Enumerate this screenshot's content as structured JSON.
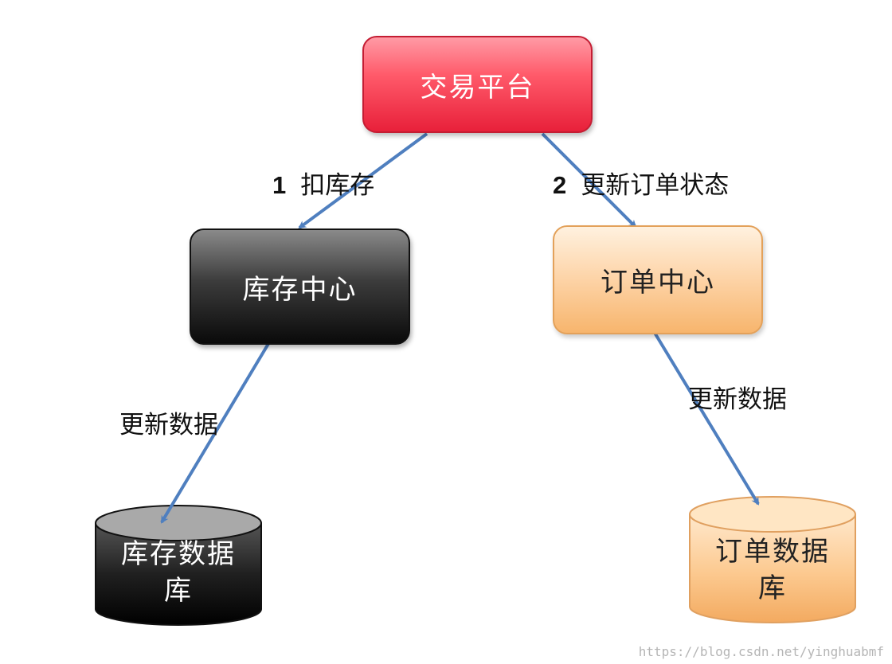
{
  "nodes": {
    "trade_platform": "交易平台",
    "inventory_center": "库存中心",
    "order_center": "订单中心",
    "inventory_db": [
      "库存数据",
      "库"
    ],
    "order_db": [
      "订单数据",
      "库"
    ]
  },
  "edges": {
    "deduct_stock": {
      "number": "1",
      "label": "扣库存"
    },
    "update_order_status": {
      "number": "2",
      "label": "更新订单状态"
    },
    "inventory_update_data": {
      "label": "更新数据"
    },
    "order_update_data": {
      "label": "更新数据"
    }
  },
  "watermark": "https://blog.csdn.net/yinghuabmf",
  "colors": {
    "arrow": "#4f7fbf",
    "trade_fill": "#e8203a",
    "inventory_fill": "#1a1a1a",
    "order_fill": "#fbc68a"
  }
}
